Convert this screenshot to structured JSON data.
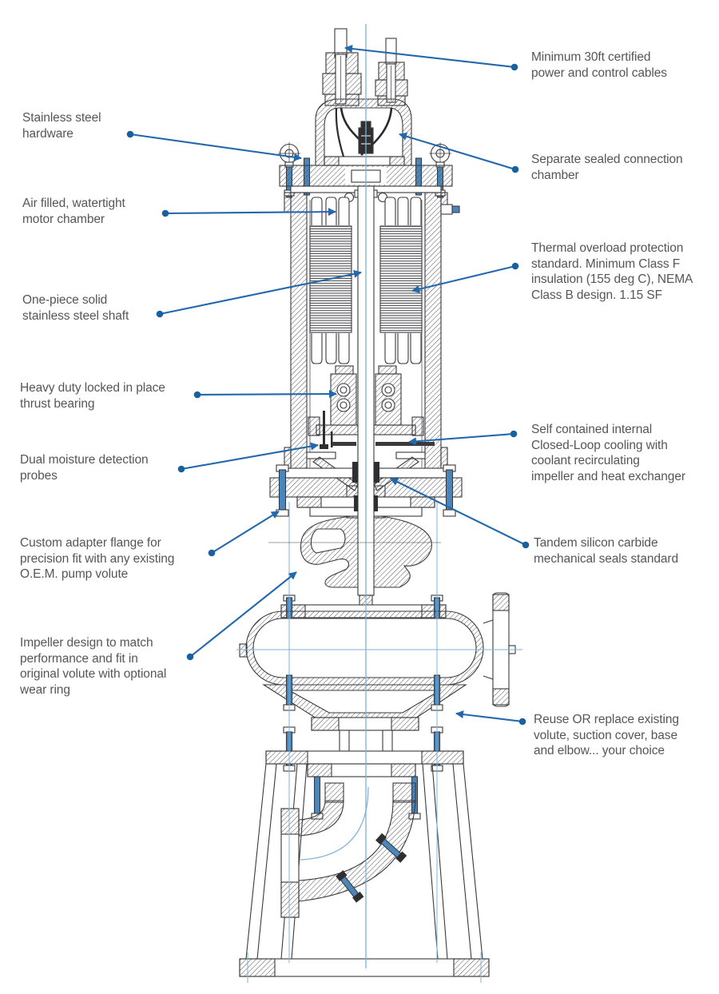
{
  "figure": {
    "type": "technical cutaway diagram",
    "subject": "Submersible pump retrofit cross-section with feature callouts"
  },
  "colors": {
    "background": "#ffffff",
    "linework": "#3a3a3c",
    "hatch": "#53545a",
    "leader_line": "#2368ac",
    "leader_dot": "#18609f",
    "centerline_blue": "#7fb0d4",
    "bolt_blue": "#4a86bb",
    "label_text": "#55565a"
  },
  "labels": [
    {
      "id": "power-cables",
      "side": "right",
      "text": "Minimum 30ft certified\npower and control cables"
    },
    {
      "id": "hardware",
      "side": "left",
      "text": "Stainless steel\nhardware"
    },
    {
      "id": "connection-chamber",
      "side": "right",
      "text": "Separate sealed connection\nchamber"
    },
    {
      "id": "motor-chamber",
      "side": "left",
      "text": "Air filled, watertight\nmotor chamber"
    },
    {
      "id": "thermal-overload",
      "side": "right",
      "text": "Thermal overload protection\nstandard. Minimum Class F\ninsulation (155 deg C), NEMA\nClass B design. 1.15 SF"
    },
    {
      "id": "shaft",
      "side": "left",
      "text": "One-piece solid\nstainless steel shaft"
    },
    {
      "id": "thrust-bearing",
      "side": "left",
      "text": "Heavy duty locked in place\nthrust bearing"
    },
    {
      "id": "closed-loop-cooling",
      "side": "right",
      "text": "Self contained internal\nClosed-Loop cooling with\ncoolant recirculating\nimpeller and heat exchanger"
    },
    {
      "id": "moisture-probes",
      "side": "left",
      "text": "Dual moisture detection\nprobes"
    },
    {
      "id": "mechanical-seals",
      "side": "right",
      "text": "Tandem silicon carbide\nmechanical seals standard"
    },
    {
      "id": "adapter-flange",
      "side": "left",
      "text": "Custom adapter flange for\nprecision fit with any existing\nO.E.M. pump volute"
    },
    {
      "id": "impeller",
      "side": "left",
      "text": "Impeller design to match\nperformance and fit in\noriginal volute with optional\nwear ring"
    },
    {
      "id": "reuse-volute",
      "side": "right",
      "text": "Reuse OR replace existing\nvolute, suction cover, base\nand elbow... your choice"
    }
  ]
}
